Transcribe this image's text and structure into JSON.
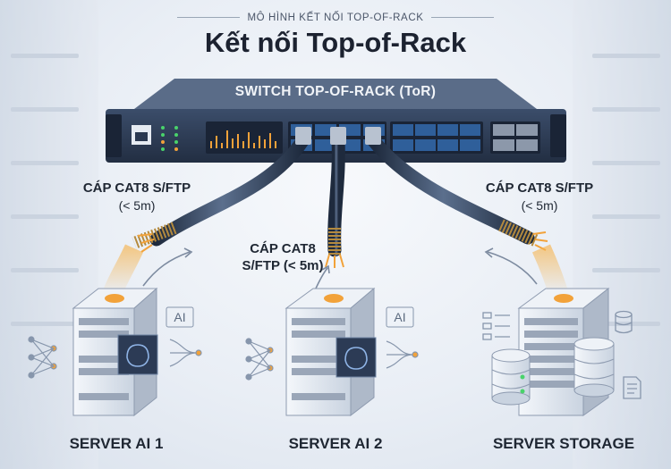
{
  "header": {
    "subtitle": "MÔ HÌNH KẾT NỐI TOP-OF-RACK",
    "title": "Kết nối Top-of-Rack"
  },
  "switch": {
    "label": "SWITCH TOP-OF-RACK (ToR)"
  },
  "cables": {
    "left": {
      "line1": "CÁP CAT8 S/FTP",
      "line2": "(< 5m)"
    },
    "center": {
      "line1": "CÁP CAT8",
      "line2": "S/FTP (< 5m)"
    },
    "right": {
      "line1": "CÁP CAT8 S/FTP",
      "line2": "(< 5m)"
    }
  },
  "servers": [
    {
      "label": "SERVER AI 1",
      "badge": "AI"
    },
    {
      "label": "SERVER AI 2",
      "badge": "AI"
    },
    {
      "label": "SERVER STORAGE"
    }
  ],
  "colors": {
    "switch_body": "#2e3e57",
    "port": "#2f5f9a",
    "cable": "#2b3a52",
    "signal": "#f2a23a",
    "server": "#dfe6ef"
  }
}
